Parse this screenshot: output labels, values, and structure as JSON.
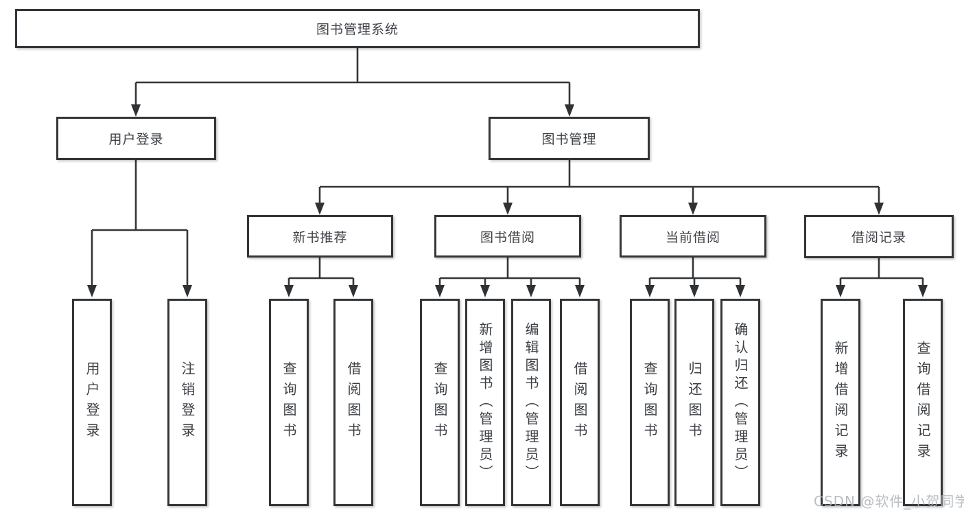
{
  "diagram": {
    "root": {
      "label": "图书管理系统"
    },
    "level2": [
      {
        "label": "用户登录"
      },
      {
        "label": "图书管理"
      }
    ],
    "level3": [
      {
        "label": "新书推荐"
      },
      {
        "label": "图书借阅"
      },
      {
        "label": "当前借阅"
      },
      {
        "label": "借阅记录"
      }
    ],
    "leaves": {
      "user_login": [
        "用户登录",
        "注销登录"
      ],
      "new_book": [
        "查询图书",
        "借阅图书"
      ],
      "book_borrow": [
        "查询图书",
        "新增图书（管理员）",
        "编辑图书（管理员）",
        "借阅图书"
      ],
      "current_borrow": [
        "查询图书",
        "归还图书",
        "确认归还（管理员）"
      ],
      "borrow_record": [
        "新增借阅记录",
        "查询借阅记录"
      ]
    },
    "colors": {
      "line": "#333639",
      "text": "#3c4045",
      "box_background": "#ffffff",
      "watermark": "#aeb2b6"
    },
    "watermark": "CSDN @软件_小贺同学"
  }
}
